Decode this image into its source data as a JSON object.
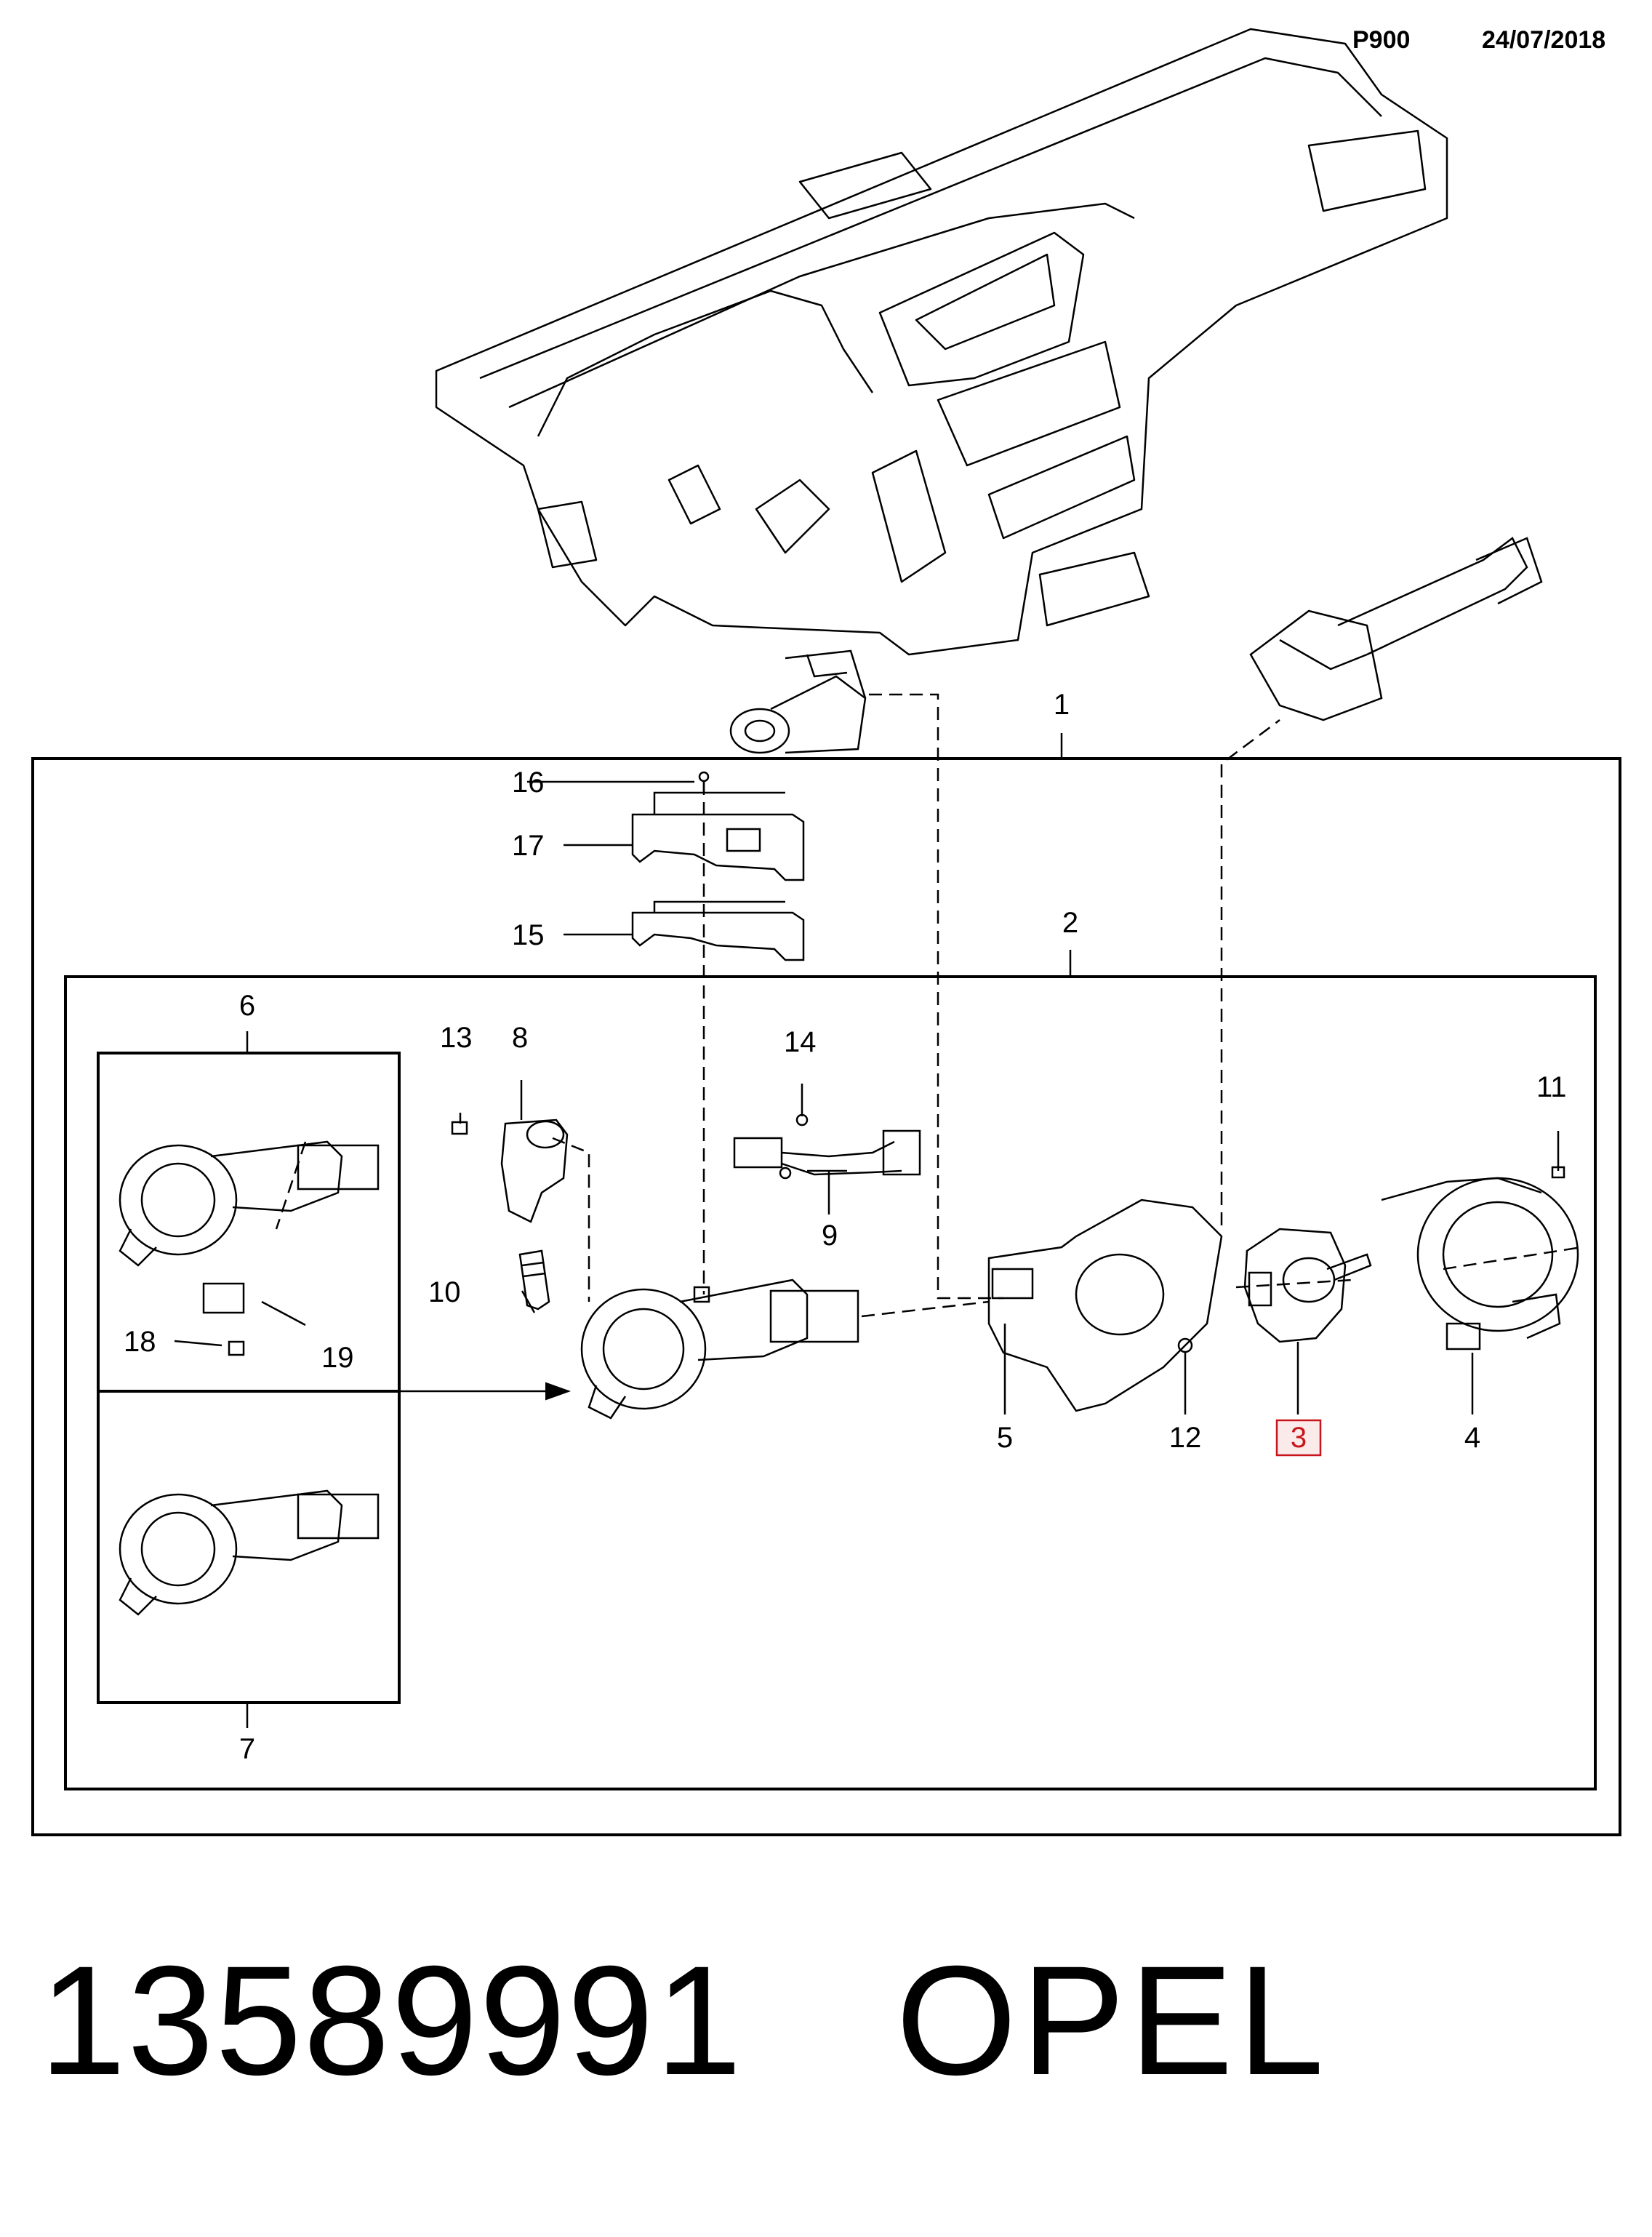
{
  "header": {
    "code": "P900",
    "date": "24/07/2018"
  },
  "callouts": {
    "c1": "1",
    "c2": "2",
    "c3": "3",
    "c4": "4",
    "c5": "5",
    "c6": "6",
    "c7": "7",
    "c8": "8",
    "c9": "9",
    "c10": "10",
    "c11": "11",
    "c12": "12",
    "c13": "13",
    "c14": "14",
    "c15": "15",
    "c16": "16",
    "c17": "17",
    "c18": "18",
    "c19": "19"
  },
  "highlight_color": "#c8151b",
  "footer": {
    "part_number": "13589991",
    "brand": "OPEL"
  }
}
